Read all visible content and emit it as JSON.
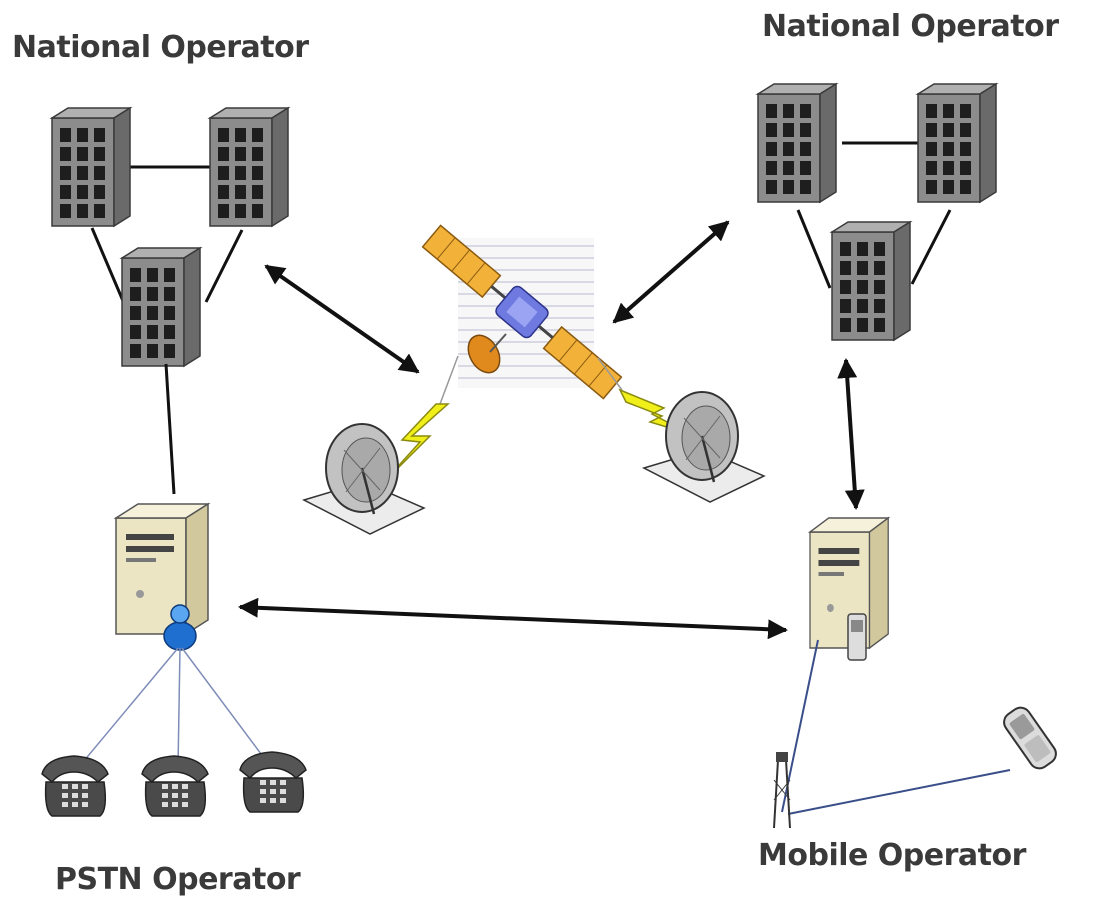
{
  "labels": {
    "national_operator_left": "National Operator",
    "national_operator_right": "National Operator",
    "pstn_operator": "PSTN Operator",
    "mobile_operator": "Mobile Operator"
  },
  "colors": {
    "building_front": "#8c8c8c",
    "building_side": "#6a6a6a",
    "building_window": "#1e1e1e",
    "server_body": "#ece5c4",
    "lightning": "#f0ef1a",
    "solar_panel": "#f2b23a",
    "satellite_body": "#6f7ae0",
    "arrow": "#111111",
    "link_thin": "#7e8db8"
  },
  "icons": [
    "office-building-icon",
    "server-tower-icon",
    "satellite-icon",
    "satellite-dish-icon",
    "lightning-bolt-icon",
    "telephone-icon",
    "mobile-phone-icon",
    "cell-tower-icon",
    "user-icon"
  ]
}
